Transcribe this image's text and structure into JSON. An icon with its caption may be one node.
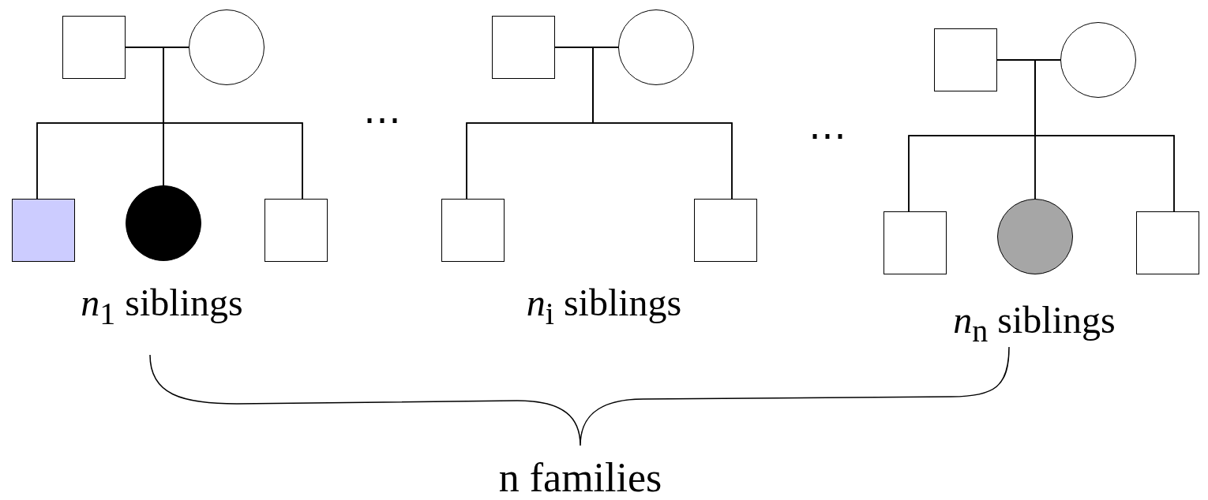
{
  "diagram": {
    "nodes": [
      {
        "text": [],
        "shape": "box"
      },
      {
        "text": [],
        "shape": "circle"
      },
      {
        "text": [],
        "shape": "box"
      },
      {
        "text": [],
        "shape": "circle"
      },
      {
        "text": [],
        "shape": "box"
      },
      {
        "text": [],
        "shape": "box"
      },
      {
        "text": [],
        "shape": "circle"
      },
      {
        "text": [],
        "shape": "box"
      },
      {
        "text": [],
        "shape": "box"
      },
      {
        "text": [],
        "shape": "box"
      },
      {
        "text": [],
        "shape": "circle"
      },
      {
        "text": [],
        "shape": "box"
      },
      {
        "text": [],
        "shape": "circle"
      },
      {
        "text": [],
        "shape": "box"
      }
    ],
    "edges": [
      {
        "from": 0,
        "to": 1,
        "arrow": "none"
      },
      {
        "from": 0,
        "to": 2,
        "arrow": "none"
      },
      {
        "from": 0,
        "to": 3,
        "arrow": "none"
      },
      {
        "from": 0,
        "to": 4,
        "arrow": "none"
      },
      {
        "from": 1,
        "to": 2,
        "arrow": "none"
      },
      {
        "from": 1,
        "to": 3,
        "arrow": "none"
      },
      {
        "from": 1,
        "to": 4,
        "arrow": "none"
      },
      {
        "from": 5,
        "to": 6,
        "arrow": "none"
      },
      {
        "from": 5,
        "to": 7,
        "arrow": "none"
      },
      {
        "from": 5,
        "to": 8,
        "arrow": "none"
      },
      {
        "from": 6,
        "to": 7,
        "arrow": "none"
      },
      {
        "from": 6,
        "to": 8,
        "arrow": "none"
      },
      {
        "from": 9,
        "to": 10,
        "arrow": "none"
      },
      {
        "from": 9,
        "to": 11,
        "arrow": "none"
      },
      {
        "from": 9,
        "to": 12,
        "arrow": "none"
      },
      {
        "from": 9,
        "to": 13,
        "arrow": "none"
      },
      {
        "from": 10,
        "to": 11,
        "arrow": "none"
      },
      {
        "from": 10,
        "to": 12,
        "arrow": "none"
      },
      {
        "from": 10,
        "to": 13,
        "arrow": "none"
      }
    ],
    "labels": [
      "⋯",
      "⋯",
      "*n*$_{1}$ siblings",
      "*n*$_{i}$ siblings",
      "*n*$_{n}$ siblings",
      "n families"
    ]
  }
}
